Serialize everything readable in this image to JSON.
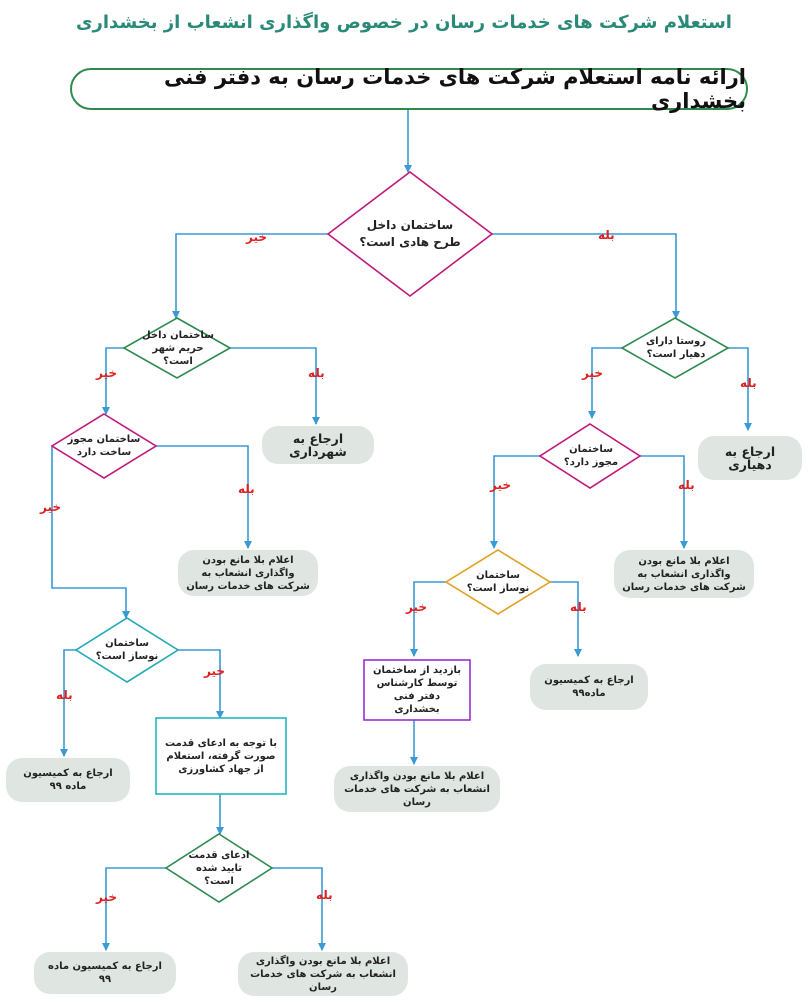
{
  "title": "استعلام شرکت های خدمات رسان در خصوص واگذاری انشعاب از بخشداری",
  "start": "ارائه نامه استعلام شرکت های خدمات رسان به دفتر فنی بخشداری",
  "decisions": {
    "d_hadi": "ساختمان داخل طرح هادی است؟",
    "d_harim": "ساختمان داخل حریم شهر است؟",
    "d_dehyar": "روستا دارای دهیار است؟",
    "d_mojavez_left": "ساختمان مجوز ساخت دارد",
    "d_mojavez_right": "ساختمان مجوز دارد؟",
    "d_nosaz_right": "ساختمان نوساز است؟",
    "d_nosaz_left": "ساختمان نوساز است؟",
    "d_ghedmat": "ادعای قدمت تایید شده است؟"
  },
  "outcomes": {
    "o_shahrdari": "ارجاع به شهرداری",
    "o_dehyari": "ارجاع به دهیاری",
    "o_elam_left": "اعلام بلا مانع بودن واگذاری انشعاب به شرکت های خدمات رسان",
    "o_elam_right": "اعلام بلا مانع بودن واگذاری انشعاب به شرکت های خدمات رسان",
    "o_komision_right": "ارجاع به کمیسیون ماده۹۹",
    "o_elam_mid": "اعلام بلا مانع بودن واگذاری انشعاب به شرکت های خدمات رسان",
    "o_komision_left": "ارجاع به کمیسیون ماده ۹۹",
    "o_komision_bottom": "ارجاع به کمیسیون ماده ۹۹",
    "o_elam_bottom": "اعلام بلا مانع بودن واگذاری انشعاب به شرکت های خدمات رسان"
  },
  "processes": {
    "p_bazdid": "بازدید از ساختمان توسط کارشناس دفتر فنی بخشداری",
    "p_jahad": "با توجه به ادعای قدمت صورت گرفته، استعلام از جهاد کشاورزی"
  },
  "labels": {
    "yes": "بله",
    "no": "خیر"
  },
  "colors": {
    "arrow": "#3a9ad6",
    "title": "#2a8a78",
    "banner_border": "#2f8a4f",
    "diamond_magenta": "#c0187a",
    "diamond_green": "#2f8a4f",
    "diamond_orange": "#e0a020",
    "diamond_teal": "#22a9b8",
    "process_purple": "#9b2fd6",
    "process_teal": "#22b6c0",
    "outcome_fill": "#dfe6e1",
    "label": "#e02020"
  }
}
